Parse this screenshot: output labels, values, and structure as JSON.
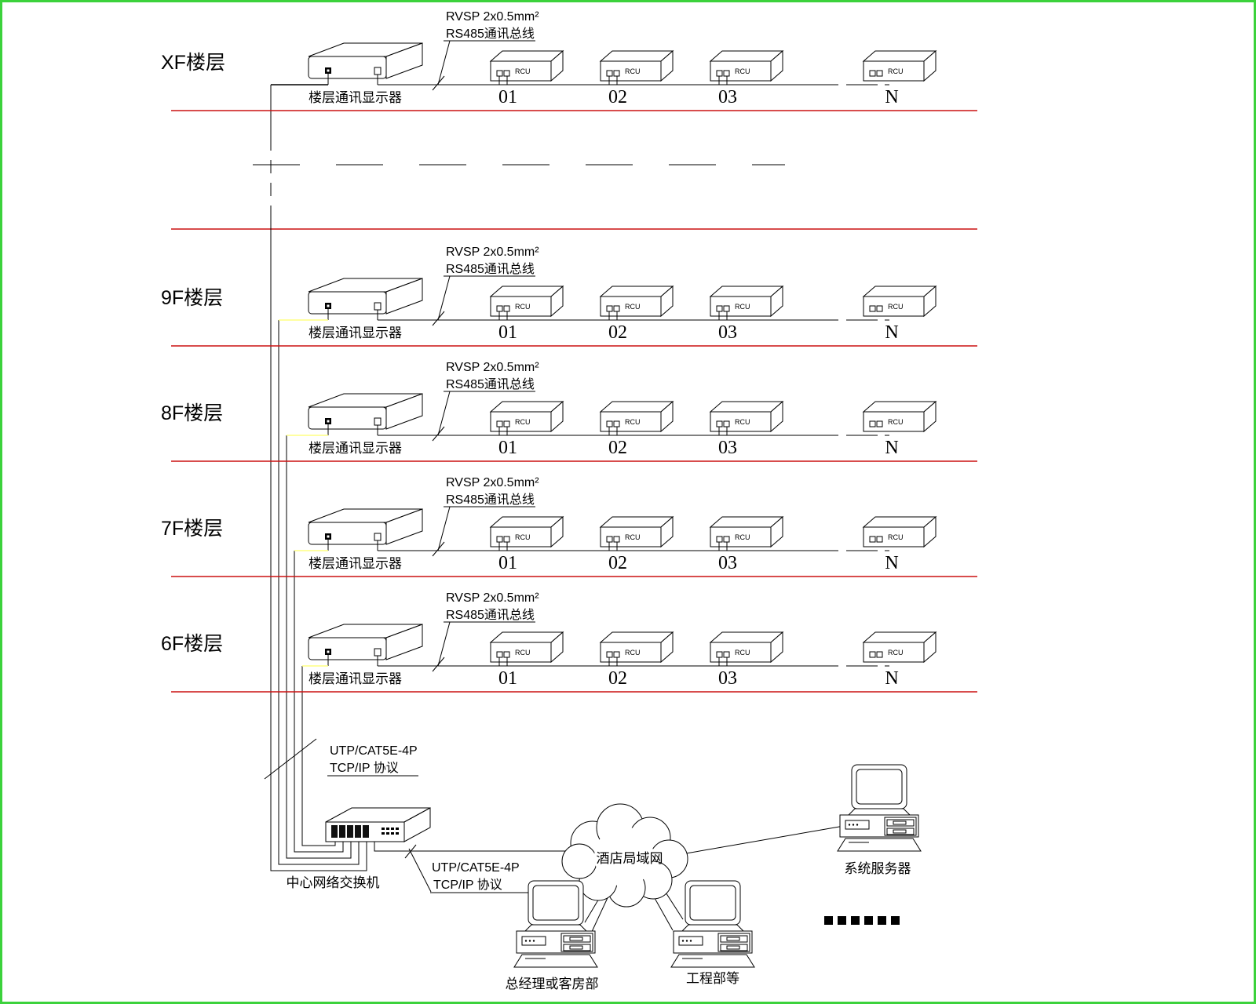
{
  "colors": {
    "background": "#ffffff",
    "border": "#3cd23c",
    "separator_line": "#cc1111",
    "highlight_wire": "#ffff80",
    "line": "#000000"
  },
  "floors": [
    {
      "label": "XF楼层",
      "spec": [
        "RVSP 2x0.5mm²",
        "RS485通讯总线"
      ],
      "display_label": "楼层通讯显示器",
      "rcu_text": "RCU",
      "units": [
        "01",
        "02",
        "03",
        "N"
      ]
    },
    {
      "label": "9F楼层",
      "spec": [
        "RVSP 2x0.5mm²",
        "RS485通讯总线"
      ],
      "display_label": "楼层通讯显示器",
      "rcu_text": "RCU",
      "units": [
        "01",
        "02",
        "03",
        "N"
      ]
    },
    {
      "label": "8F楼层",
      "spec": [
        "RVSP 2x0.5mm²",
        "RS485通讯总线"
      ],
      "display_label": "楼层通讯显示器",
      "rcu_text": "RCU",
      "units": [
        "01",
        "02",
        "03",
        "N"
      ]
    },
    {
      "label": "7F楼层",
      "spec": [
        "RVSP 2x0.5mm²",
        "RS485通讯总线"
      ],
      "display_label": "楼层通讯显示器",
      "rcu_text": "RCU",
      "units": [
        "01",
        "02",
        "03",
        "N"
      ]
    },
    {
      "label": "6F楼层",
      "spec": [
        "RVSP 2x0.5mm²",
        "RS485通讯总线"
      ],
      "display_label": "楼层通讯显示器",
      "rcu_text": "RCU",
      "units": [
        "01",
        "02",
        "03",
        "N"
      ]
    }
  ],
  "utp_top": {
    "line1": "UTP/CAT5E-4P",
    "line2": "TCP/IP 协议"
  },
  "utp_bottom": {
    "line1": "UTP/CAT5E-4P",
    "line2": "TCP/IP 协议"
  },
  "switch_label": "中心网络交换机",
  "cloud_label": "酒店局域网",
  "computers": [
    {
      "label": "系统服务器"
    },
    {
      "label": "总经理或客房部"
    },
    {
      "label": "工程部等"
    }
  ]
}
